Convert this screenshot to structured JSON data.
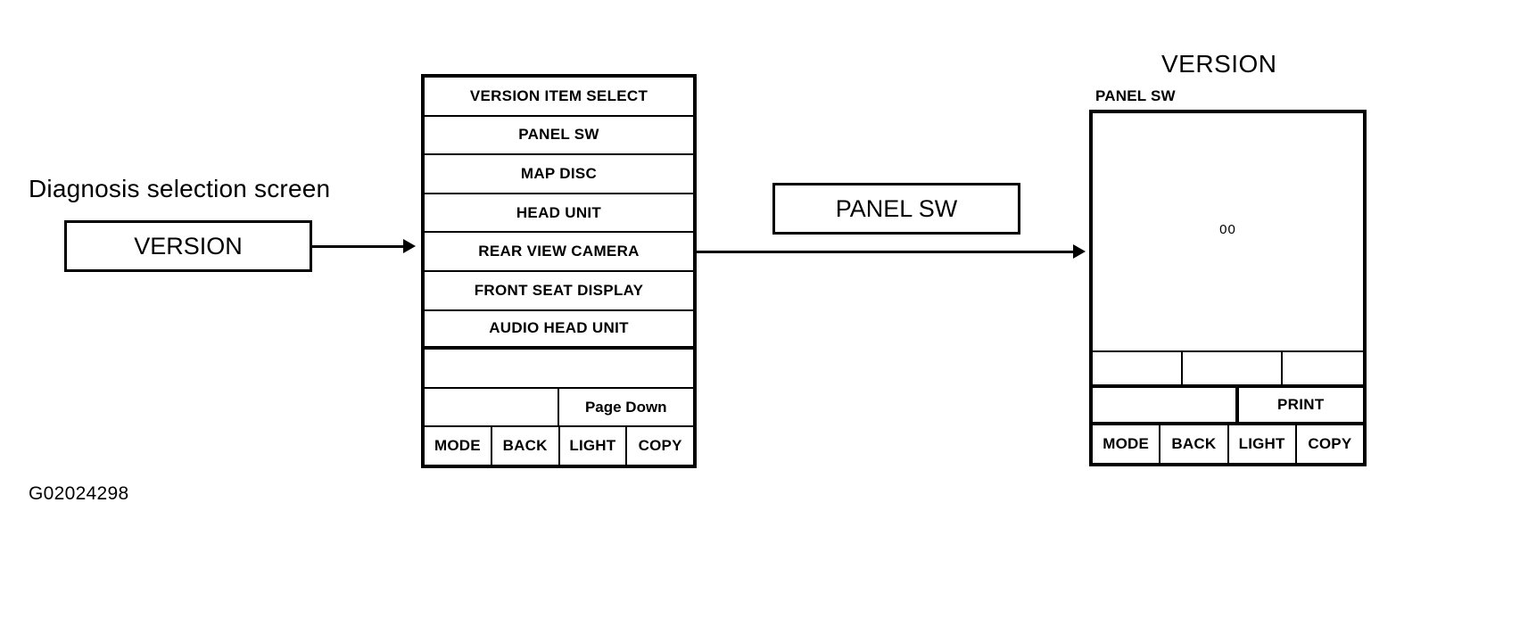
{
  "figure": {
    "code": "G02024298"
  },
  "left": {
    "caption": "Diagnosis selection screen",
    "version_button": "VERSION"
  },
  "middle_callout": {
    "label": "PANEL SW"
  },
  "menu_screen": {
    "header": "VERSION  ITEM SELECT",
    "items": [
      "PANEL SW",
      "MAP DISC",
      "HEAD UNIT",
      "REAR VIEW CAMERA",
      "FRONT SEAT DISPLAY",
      "AUDIO HEAD UNIT"
    ],
    "blank_row": "",
    "paging": {
      "left_cell": "",
      "page_down": "Page Down"
    },
    "buttons": [
      "MODE",
      "BACK",
      "LIGHT",
      "COPY"
    ]
  },
  "result_screen": {
    "title": "VERSION",
    "subtitle": "PANEL SW",
    "value": "00",
    "soft_row": [
      "",
      "",
      ""
    ],
    "print_row": {
      "left_cell": "",
      "print": "PRINT"
    },
    "buttons": [
      "MODE",
      "BACK",
      "LIGHT",
      "COPY"
    ]
  },
  "colors": {
    "ink": "#000000",
    "paper": "#ffffff"
  }
}
